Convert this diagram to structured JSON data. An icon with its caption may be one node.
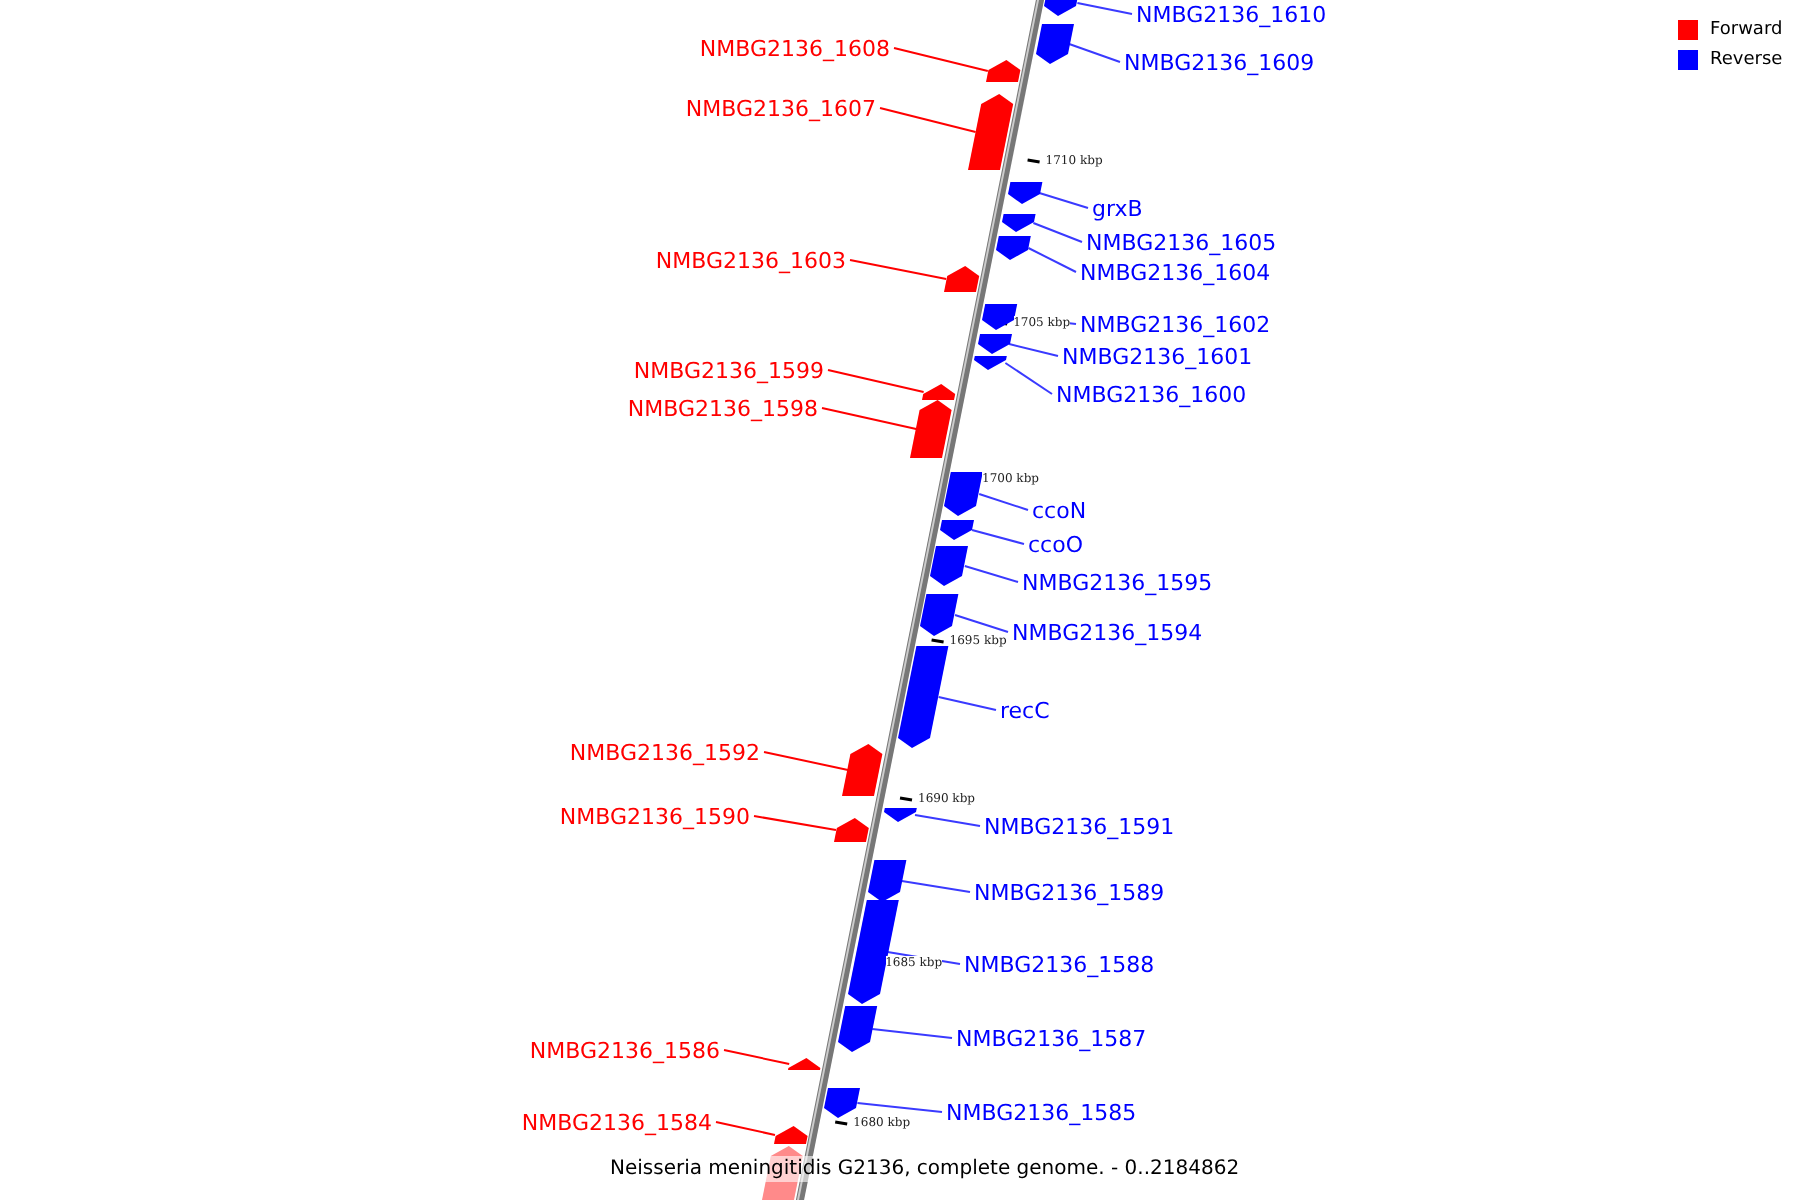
{
  "diagram": {
    "caption": "Neisseria meningitidis G2136, complete genome. - 0..2184862",
    "nodes": [
      {
        "text": [
          "NMBG2136_1610"
        ]
      },
      {
        "text": [],
        "shape": "bar"
      },
      {
        "text": [
          "NMBG2136_1609"
        ]
      },
      {
        "text": [],
        "shape": "bar"
      },
      {
        "text": [
          "NMBG2136_1608"
        ]
      },
      {
        "text": [],
        "shape": "bar"
      },
      {
        "text": [
          "NMBG2136_1607"
        ]
      },
      {
        "text": [],
        "shape": "bar"
      },
      {
        "text": [
          "grxB"
        ]
      },
      {
        "text": [],
        "shape": "bar"
      },
      {
        "text": [
          "NMBG2136_1605"
        ]
      },
      {
        "text": [],
        "shape": "bar"
      },
      {
        "text": [
          "NMBG2136_1604"
        ]
      },
      {
        "text": [],
        "shape": "bar"
      },
      {
        "text": [
          "NMBG2136_1603"
        ]
      },
      {
        "text": [],
        "shape": "bar"
      },
      {
        "text": [
          "NMBG2136_1602"
        ]
      },
      {
        "text": [],
        "shape": "bar"
      },
      {
        "text": [
          "NMBG2136_1601"
        ]
      },
      {
        "text": [],
        "shape": "bar"
      },
      {
        "text": [
          "NMBG2136_1600"
        ]
      },
      {
        "text": [],
        "shape": "bar"
      },
      {
        "text": [
          "NMBG2136_1599"
        ]
      },
      {
        "text": [],
        "shape": "bar"
      },
      {
        "text": [
          "NMBG2136_1598"
        ]
      },
      {
        "text": [],
        "shape": "bar"
      },
      {
        "text": [
          "ccoN"
        ]
      },
      {
        "text": [],
        "shape": "bar"
      },
      {
        "text": [
          "ccoO"
        ]
      },
      {
        "text": [],
        "shape": "bar"
      },
      {
        "text": [
          "NMBG2136_1595"
        ]
      },
      {
        "text": [],
        "shape": "bar"
      },
      {
        "text": [
          "NMBG2136_1594"
        ]
      },
      {
        "text": [],
        "shape": "bar"
      },
      {
        "text": [
          "recC"
        ]
      },
      {
        "text": [],
        "shape": "bar"
      },
      {
        "text": [
          "NMBG2136_1592"
        ]
      },
      {
        "text": [],
        "shape": "bar"
      },
      {
        "text": [
          "NMBG2136_1590"
        ]
      },
      {
        "text": [],
        "shape": "bar"
      },
      {
        "text": [
          "NMBG2136_1591"
        ]
      },
      {
        "text": [],
        "shape": "bar"
      },
      {
        "text": [
          "NMBG2136_1589"
        ]
      },
      {
        "text": [],
        "shape": "bar"
      },
      {
        "text": [
          "NMBG2136_1588"
        ]
      },
      {
        "text": [],
        "shape": "bar"
      },
      {
        "text": [
          "NMBG2136_1587"
        ]
      },
      {
        "text": [],
        "shape": "bar"
      },
      {
        "text": [
          "NMBG2136_1586"
        ]
      },
      {
        "text": [],
        "shape": "bar"
      },
      {
        "text": [
          "NMBG2136_1585"
        ]
      },
      {
        "text": [],
        "shape": "bar"
      },
      {
        "text": [
          "NMBG2136_1584"
        ]
      },
      {
        "text": [],
        "shape": "bar"
      },
      {
        "text": [],
        "shape": "bar"
      }
    ],
    "edges": [
      {
        "from": 0,
        "to": 1,
        "arrow": "none"
      },
      {
        "from": 2,
        "to": 3,
        "arrow": "none"
      },
      {
        "from": 4,
        "to": 5,
        "arrow": "none",
        "color": "#ff0000"
      },
      {
        "from": 6,
        "to": 7,
        "arrow": "none",
        "color": "#ff0000"
      },
      {
        "from": 8,
        "to": 9,
        "arrow": "none"
      },
      {
        "from": 10,
        "to": 11,
        "arrow": "none"
      },
      {
        "from": 12,
        "to": 13,
        "arrow": "none"
      },
      {
        "from": 14,
        "to": 15,
        "arrow": "none",
        "color": "#ff0000"
      },
      {
        "from": 16,
        "to": 17,
        "arrow": "none"
      },
      {
        "from": 18,
        "to": 19,
        "arrow": "none"
      },
      {
        "from": 20,
        "to": 21,
        "arrow": "none"
      },
      {
        "from": 22,
        "to": 23,
        "arrow": "none",
        "color": "#ff0000"
      },
      {
        "from": 24,
        "to": 25,
        "arrow": "none",
        "color": "#ff0000"
      },
      {
        "from": 26,
        "to": 27,
        "arrow": "none"
      },
      {
        "from": 28,
        "to": 29,
        "arrow": "none"
      },
      {
        "from": 30,
        "to": 31,
        "arrow": "none"
      },
      {
        "from": 32,
        "to": 33,
        "arrow": "none"
      },
      {
        "from": 34,
        "to": 35,
        "arrow": "none"
      },
      {
        "from": 36,
        "to": 37,
        "arrow": "none",
        "color": "#ff0000"
      },
      {
        "from": 38,
        "to": 39,
        "arrow": "none",
        "color": "#ff0000"
      },
      {
        "from": 40,
        "to": 41,
        "arrow": "none"
      },
      {
        "from": 42,
        "to": 43,
        "arrow": "none"
      },
      {
        "from": 44,
        "to": 45,
        "arrow": "none"
      },
      {
        "from": 46,
        "to": 47,
        "arrow": "none"
      },
      {
        "from": 48,
        "to": 49,
        "arrow": "none",
        "color": "#ff0000"
      },
      {
        "from": 50,
        "to": 51,
        "arrow": "none"
      },
      {
        "from": 52,
        "to": 53,
        "arrow": "none",
        "color": "#ff0000"
      }
    ],
    "labels": [
      "1710 kbp",
      "1705 kbp",
      "1700 kbp",
      "1695 kbp",
      "1690 kbp",
      "1685 kbp",
      "1680 kbp"
    ],
    "legend": [
      {
        "text": "Forward",
        "color": "#ff0000"
      },
      {
        "text": "Reverse",
        "color": "#0000ff"
      }
    ]
  }
}
